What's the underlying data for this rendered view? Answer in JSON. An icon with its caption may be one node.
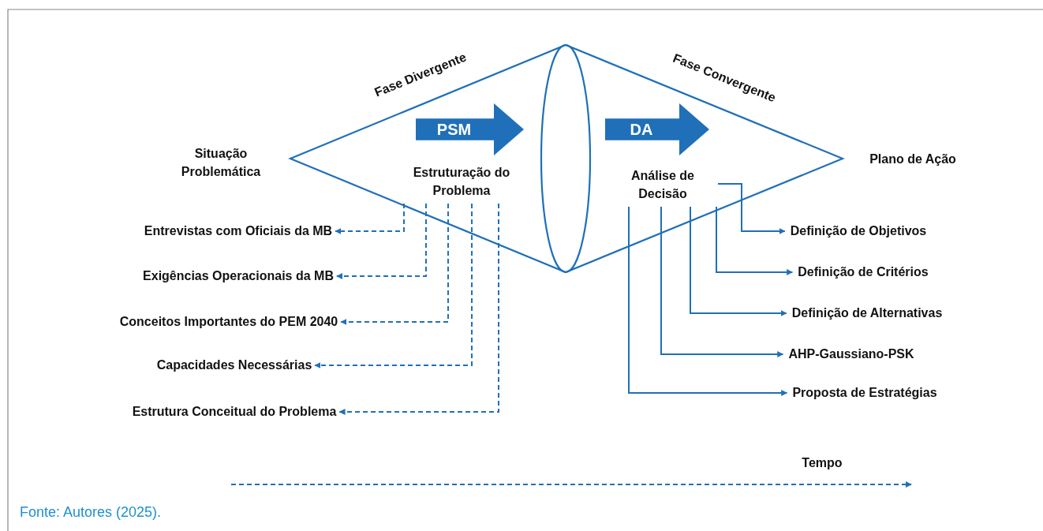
{
  "diagram": {
    "caption": "Fonte: Autores (2025).",
    "nodes": [
      {
        "text": [
          "Situação Problemática"
        ]
      },
      {
        "text": [
          "PSM"
        ]
      },
      {
        "text": [
          "Estruturação do Problema"
        ]
      },
      {
        "text": [
          "DA"
        ]
      },
      {
        "text": [
          "Análise de Decisão"
        ]
      },
      {
        "text": [
          "Plano de Ação"
        ]
      },
      {
        "text": [
          "Entrevistas com Oficiais da MB"
        ]
      },
      {
        "text": [
          "Exigências Operacionais da MB"
        ]
      },
      {
        "text": [
          "Conceitos Importantes do PEM 2040"
        ]
      },
      {
        "text": [
          "Capacidades Necessárias"
        ]
      },
      {
        "text": [
          "Estrutura Conceitual do Problema"
        ]
      },
      {
        "text": [
          "Definição de Objetivos"
        ]
      },
      {
        "text": [
          "Definição de Critérios"
        ]
      },
      {
        "text": [
          "Definição de Alternativas"
        ]
      },
      {
        "text": [
          "AHP-Gaussiano-PSK"
        ]
      },
      {
        "text": [
          "Proposta de Estratégias"
        ]
      }
    ],
    "edges": [
      {
        "from": 2,
        "to": 6,
        "arrow": "to",
        "style": "dashed"
      },
      {
        "from": 2,
        "to": 7,
        "arrow": "to",
        "style": "dashed"
      },
      {
        "from": 2,
        "to": 8,
        "arrow": "to",
        "style": "dashed"
      },
      {
        "from": 2,
        "to": 9,
        "arrow": "to",
        "style": "dashed"
      },
      {
        "from": 2,
        "to": 10,
        "arrow": "to",
        "style": "dashed"
      },
      {
        "from": 4,
        "to": 11,
        "arrow": "to"
      },
      {
        "from": 4,
        "to": 12,
        "arrow": "to"
      },
      {
        "from": 4,
        "to": 13,
        "arrow": "to"
      },
      {
        "from": 4,
        "to": 14,
        "arrow": "to"
      },
      {
        "from": 4,
        "to": 15,
        "arrow": "to"
      }
    ],
    "labels": [
      "Fase Divergente",
      "Fase Convergente",
      "Tempo"
    ]
  }
}
